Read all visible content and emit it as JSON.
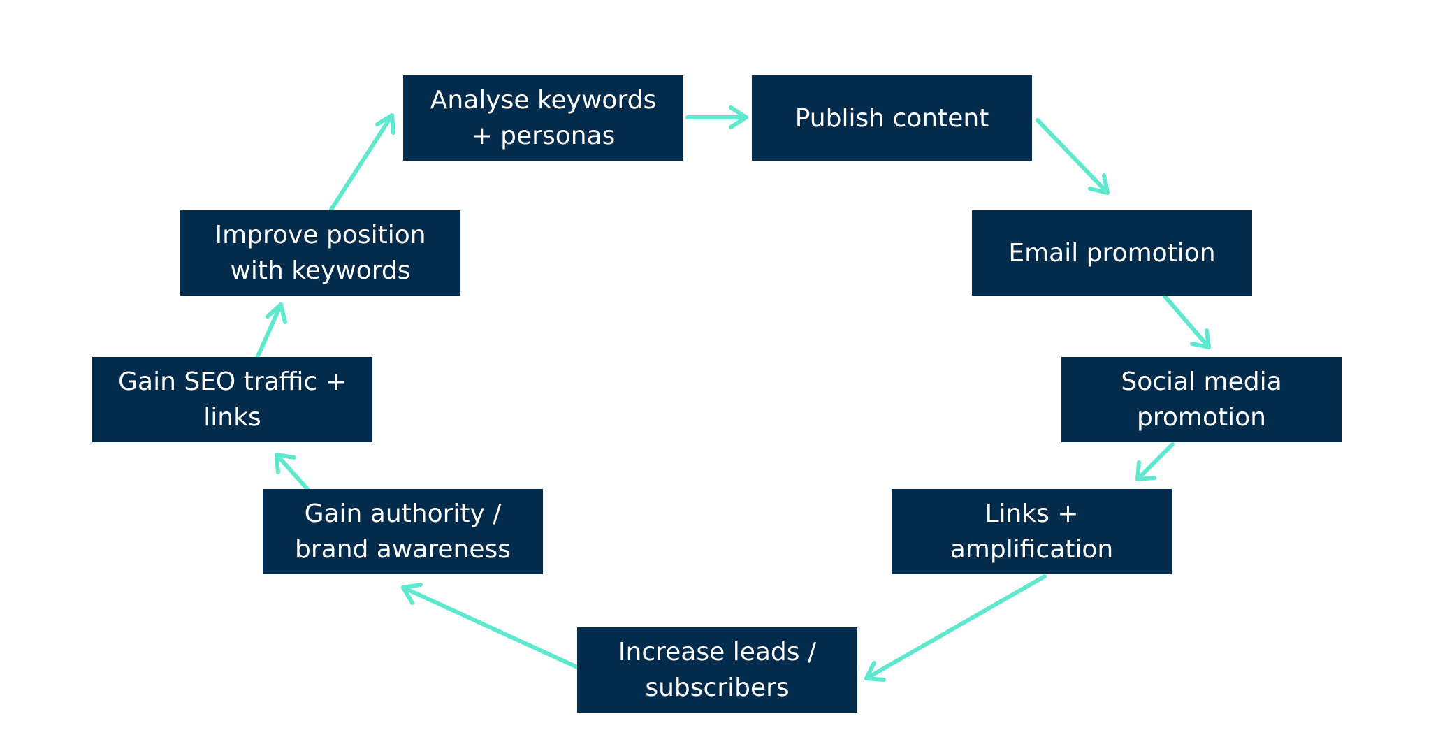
{
  "colors": {
    "background": "#ffffff",
    "node_fill": "#032b4c",
    "node_text": "#ffffff",
    "arrow": "#5ee8cd"
  },
  "nodes": [
    {
      "id": "analyse",
      "lines": [
        "Analyse keywords",
        "+ personas"
      ]
    },
    {
      "id": "publish",
      "lines": [
        "Publish content"
      ]
    },
    {
      "id": "email",
      "lines": [
        "Email promotion"
      ]
    },
    {
      "id": "social",
      "lines": [
        "Social media",
        "promotion"
      ]
    },
    {
      "id": "links",
      "lines": [
        "Links +",
        "amplification"
      ]
    },
    {
      "id": "leads",
      "lines": [
        "Increase leads /",
        "subscribers"
      ]
    },
    {
      "id": "authority",
      "lines": [
        "Gain authority /",
        "brand awareness"
      ]
    },
    {
      "id": "seo",
      "lines": [
        "Gain SEO traffic +",
        "links"
      ]
    },
    {
      "id": "improve",
      "lines": [
        "Improve position",
        "with keywords"
      ]
    }
  ],
  "edges": [
    {
      "from": "analyse",
      "to": "publish"
    },
    {
      "from": "publish",
      "to": "email"
    },
    {
      "from": "email",
      "to": "social"
    },
    {
      "from": "social",
      "to": "links"
    },
    {
      "from": "links",
      "to": "leads"
    },
    {
      "from": "leads",
      "to": "authority"
    },
    {
      "from": "authority",
      "to": "seo"
    },
    {
      "from": "seo",
      "to": "improve"
    },
    {
      "from": "improve",
      "to": "analyse"
    }
  ]
}
